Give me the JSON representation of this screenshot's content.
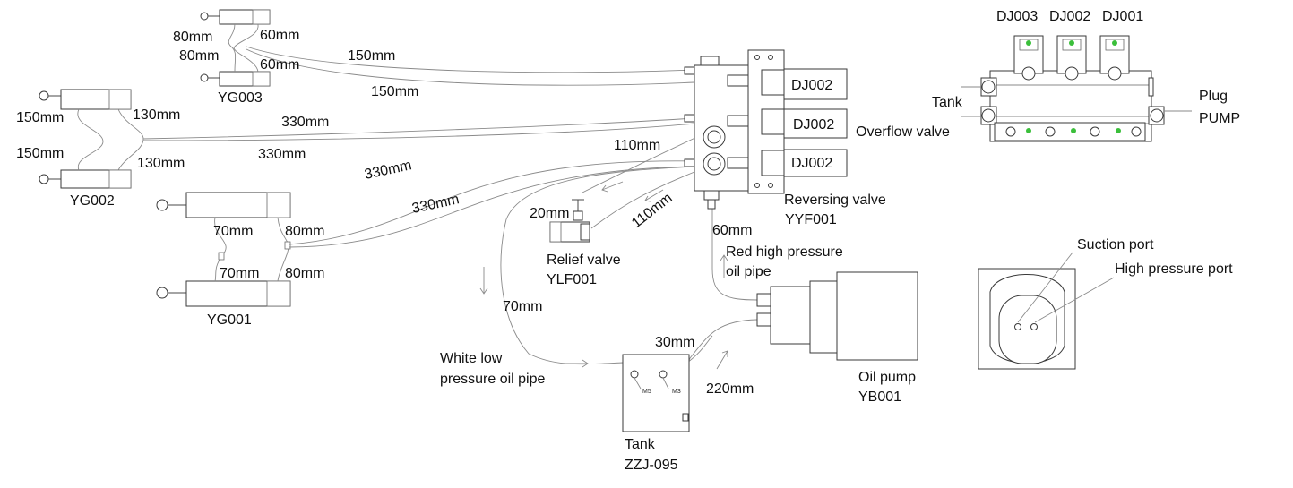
{
  "colors": {
    "stroke": "#4a4a4a",
    "text": "#111111",
    "valve_dot": "#3bbf3b"
  },
  "labels": {
    "dim_80a": "80mm",
    "dim_60a": "60mm",
    "dim_80b": "80mm",
    "dim_60b": "60mm",
    "yg003": "YG003",
    "dim_150_top1": "150mm",
    "dim_150_top2": "150mm",
    "dim_150_l1": "150mm",
    "dim_150_l2": "150mm",
    "dim_130a": "130mm",
    "dim_130b": "130mm",
    "dim_330a": "330mm",
    "dim_330b": "330mm",
    "dim_330c": "330mm",
    "dim_330d": "330mm",
    "yg002": "YG002",
    "dim_70a": "70mm",
    "dim_80c": "80mm",
    "dim_70b": "70mm",
    "dim_80d": "80mm",
    "yg001": "YG001",
    "dj_1": "DJ002",
    "dj_2": "DJ002",
    "dj_3": "DJ002",
    "dim_110a": "110mm",
    "dim_110b": "110mm",
    "dim_20": "20mm",
    "relief_1": "Relief valve",
    "relief_2": "YLF001",
    "reversing_1": "Reversing valve",
    "reversing_2": "YYF001",
    "dim_60c": "60mm",
    "red_pipe_1": "Red high pressure",
    "red_pipe_2": "oil pipe",
    "dim_70c": "70mm",
    "white_pipe_1": "White low",
    "white_pipe_2": "pressure oil pipe",
    "dim_30": "30mm",
    "port_m5": "M5",
    "port_m3": "M3",
    "dim_220": "220mm",
    "tank_1": "Tank",
    "tank_2": "ZZJ-095",
    "pump_1": "Oil pump",
    "pump_2": "YB001",
    "block_dj003": "DJ003",
    "block_dj002": "DJ002",
    "block_dj001": "DJ001",
    "block_tank": "Tank",
    "block_overflow": "Overflow valve",
    "block_plug": "Plug",
    "block_pump": "PUMP",
    "suction_port": "Suction port",
    "high_pressure_port": "High pressure port"
  }
}
